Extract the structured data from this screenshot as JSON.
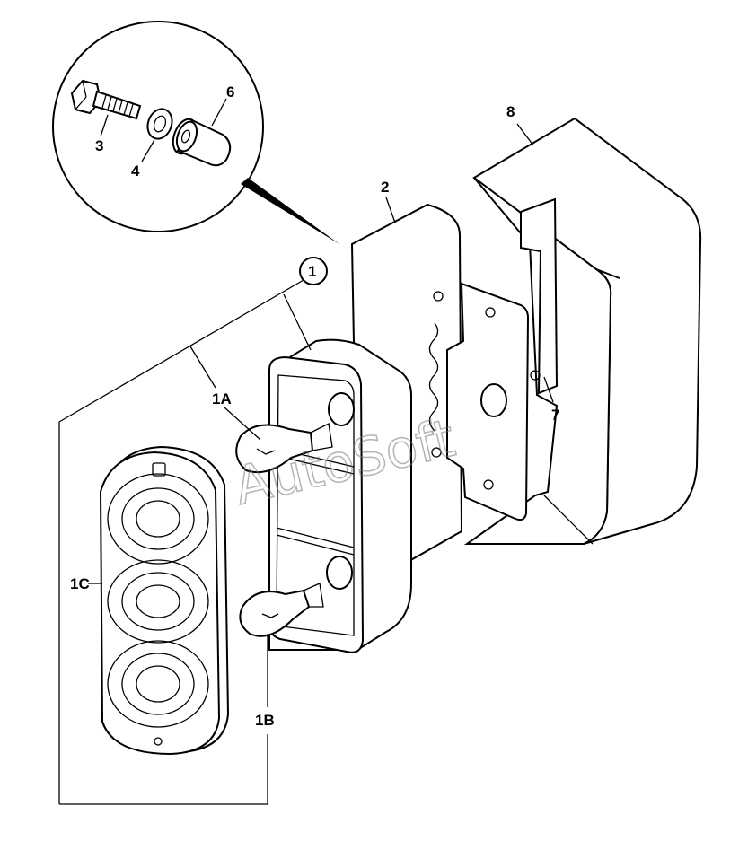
{
  "watermark": "AutoSoft",
  "callouts": {
    "assembly": "1",
    "bulb_upper": "1A",
    "bulb_lower": "1B",
    "lens": "1C",
    "gasket": "2",
    "bolt": "3",
    "washer": "4",
    "spacer": "6",
    "bracket": "7",
    "guard": "8"
  }
}
